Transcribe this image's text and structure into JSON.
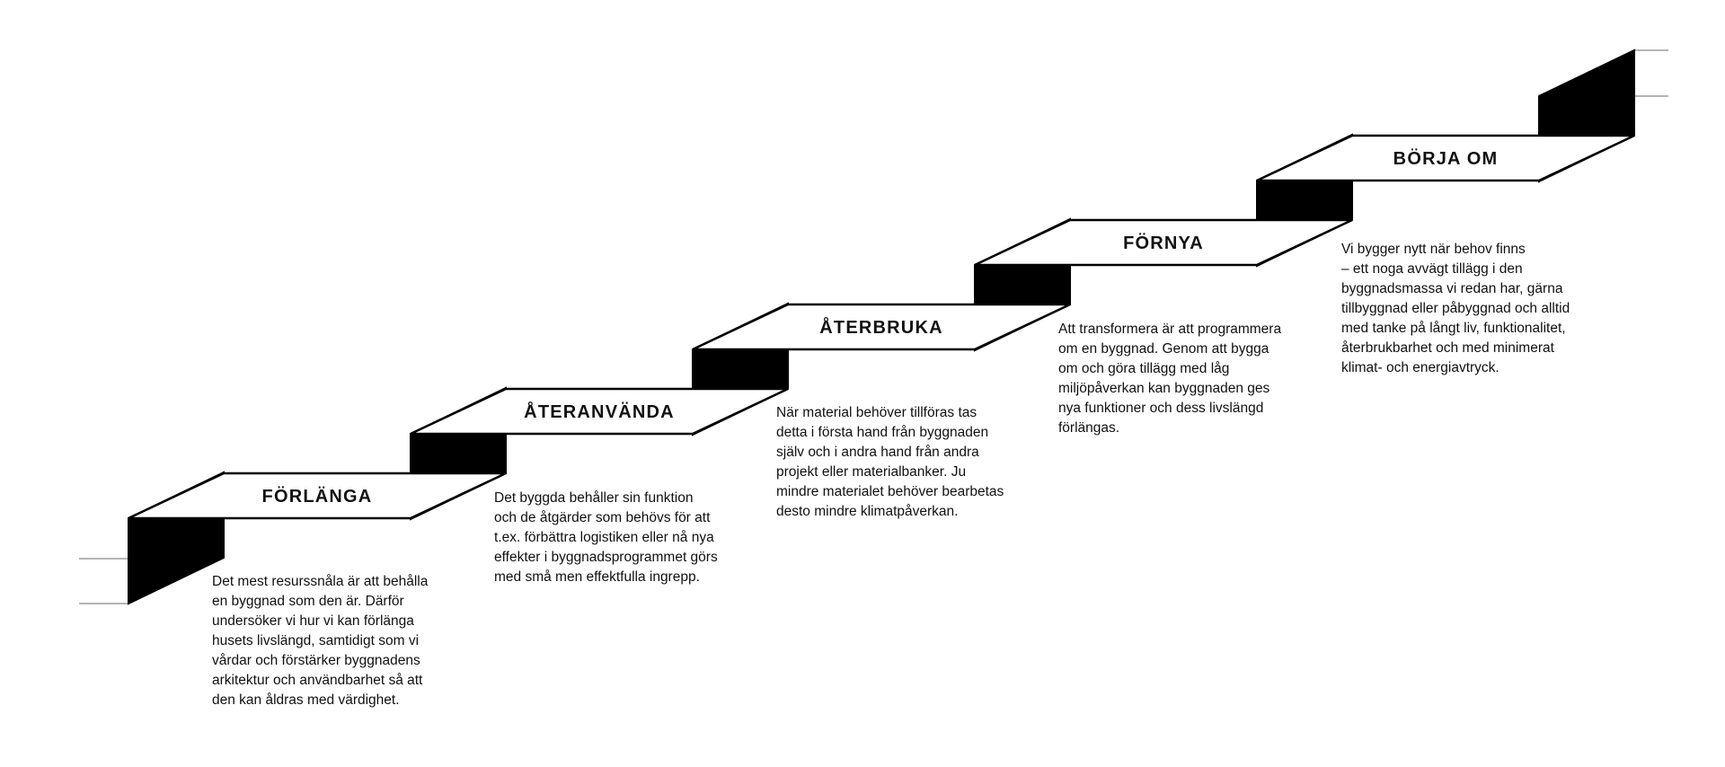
{
  "colors": {
    "stroke": "#000000",
    "fill": "#ffffff",
    "riser": "#000000",
    "guide": "#b4b4b4"
  },
  "steps": [
    {
      "title": "FÖRLÄNGA",
      "description": "Det mest resurssnåla är att behålla\nen byggnad som den är. Därför\nundersöker vi hur vi kan förlänga\nhusets livslängd, samtidigt som vi\nvårdar och förstärker byggnadens\narkitektur och användbarhet så att\nden kan åldras med värdighet."
    },
    {
      "title": "ÅTERANVÄNDA",
      "description": "Det byggda behåller sin funktion\noch de åtgärder som behövs för att\nt.ex. förbättra logistiken eller nå nya\neffekter i byggnadsprogrammet görs\nmed små men effektfulla ingrepp."
    },
    {
      "title": "ÅTERBRUKA",
      "description": "När material behöver tillföras tas\ndetta i första hand från byggnaden\nsjälv och i andra hand från andra\nprojekt eller materialbanker. Ju\nmindre materialet behöver bearbetas\ndesto mindre klimatpåverkan."
    },
    {
      "title": "FÖRNYA",
      "description": "Att transformera är att programmera\nom en byggnad. Genom att bygga\nom och göra tillägg med låg\nmiljöpåverkan kan byggnaden ges\nnya funktioner och dess livslängd\nförlängas."
    },
    {
      "title": "BÖRJA OM",
      "description": "Vi bygger nytt när behov finns\n– ett noga avvägt tillägg i den\nbyggnadsmassa vi redan har, gärna\ntillbyggnad eller påbyggnad och alltid\nmed tanke på långt liv, funktionalitet,\nåterbrukbarhet och med minimerat\nklimat- och energiavtryck."
    }
  ]
}
